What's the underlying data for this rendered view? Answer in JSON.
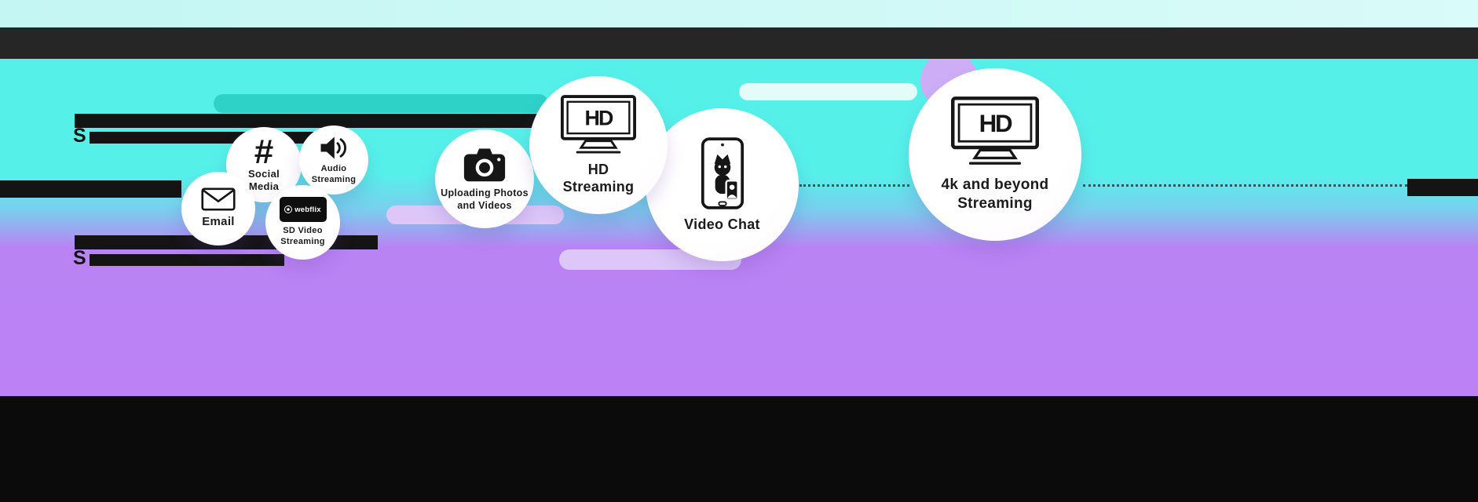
{
  "colors": {
    "top_strip": "#c9f8f5",
    "header_bar": "#262626",
    "background_cyan": "#55f1e9",
    "background_purple": "#bc82f5",
    "footer_bar": "#0b0b0b",
    "streak_teal": "#2ed2c7",
    "streak_lavender": "#dcc7f8",
    "streak_pale": "#e3fcfa",
    "dotted_line": "#4a4a4a",
    "redacted_bar": "#141414"
  },
  "redactions": {
    "upper_initial": "S",
    "lower_initial": "S"
  },
  "icons": {
    "envelope": "envelope-icon",
    "hashtag": "hashtag-icon",
    "speaker": "speaker-icon",
    "webflix_player": "webflix-player-icon",
    "camera": "camera-icon",
    "hd_tv": "hd-tv-icon",
    "phone_cat": "video-chat-phone-icon"
  },
  "bubbles": {
    "email": {
      "label": "Email",
      "icon": "envelope-icon"
    },
    "social": {
      "label": "Social\nMedia",
      "icon": "hashtag-icon",
      "hash_glyph": "#"
    },
    "audio": {
      "label": "Audio\nStreaming",
      "icon": "speaker-icon"
    },
    "sd": {
      "label": "SD Video\nStreaming",
      "icon": "webflix-player-icon",
      "brand": "webflix"
    },
    "upload": {
      "label": "Uploading Photos\nand Videos",
      "icon": "camera-icon"
    },
    "hd": {
      "label": "HD\nStreaming",
      "icon": "hd-tv-icon",
      "tv_logo": "HD"
    },
    "video_chat": {
      "label": "Video Chat",
      "icon": "video-chat-phone-icon"
    },
    "fourk": {
      "label": "4k and beyond\nStreaming",
      "icon": "hd-tv-icon",
      "tv_logo": "HD"
    }
  }
}
